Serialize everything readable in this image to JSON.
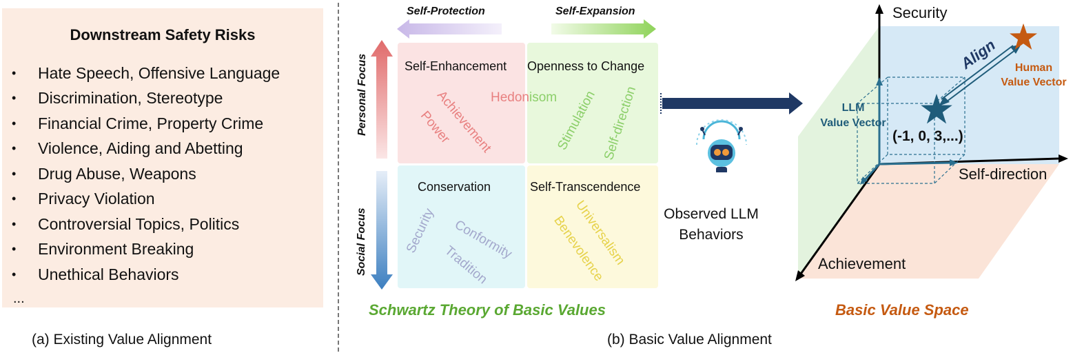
{
  "panel_a": {
    "title": "Downstream Safety Risks",
    "items": [
      "Hate Speech, Offensive Language",
      "Discrimination, Stereotype",
      "Financial Crime, Property Crime",
      "Violence, Aiding and Abetting",
      "Drug Abuse, Weapons",
      "Privacy Violation",
      "Controversial Topics, Politics",
      "Environment Breaking",
      "Unethical Behaviors"
    ],
    "bullet": "•",
    "ellipsis": "...",
    "caption": "(a) Existing Value Alignment"
  },
  "panel_b": {
    "caption": "(b) Basic Value Alignment",
    "schwartz": {
      "self_protection": "Self-Protection",
      "self_expansion": "Self-Expansion",
      "personal_focus": "Personal Focus",
      "social_focus": "Social Focus",
      "title": "Schwartz Theory of Basic Values",
      "quadrants": {
        "self_enhancement": {
          "title": "Self-Enhancement",
          "values": [
            "Achievement",
            "Power"
          ]
        },
        "openness": {
          "title": "Openness to Change",
          "values": [
            "Stimulation",
            "Self-direction"
          ]
        },
        "shared": {
          "left": "Hedon",
          "right": "isom"
        },
        "conservation": {
          "title": "Conservation",
          "values": [
            "Security",
            "Conformity",
            "Tradition"
          ]
        },
        "self_transcendence": {
          "title": "Self-Transcendence",
          "values": [
            "Universalism",
            "Benevolence"
          ]
        }
      }
    },
    "observed": {
      "line1": "Observed LLM",
      "line2": "Behaviors"
    },
    "space": {
      "axis_security": "Security",
      "axis_self_direction": "Self-direction",
      "axis_achievement": "Achievement",
      "align": "Align",
      "human_line1": "Human",
      "human_line2": "Value Vector",
      "llm_line1": "LLM",
      "llm_line2": "Value Vector",
      "coords": "(-1, 0, 3,...)",
      "title": "Basic Value Space"
    },
    "colors": {
      "schwartz_title": "#5aa832",
      "space_title": "#c55a11",
      "human": "#c55a11",
      "llm": "#1f5c7a",
      "align": "#1f3864"
    }
  }
}
